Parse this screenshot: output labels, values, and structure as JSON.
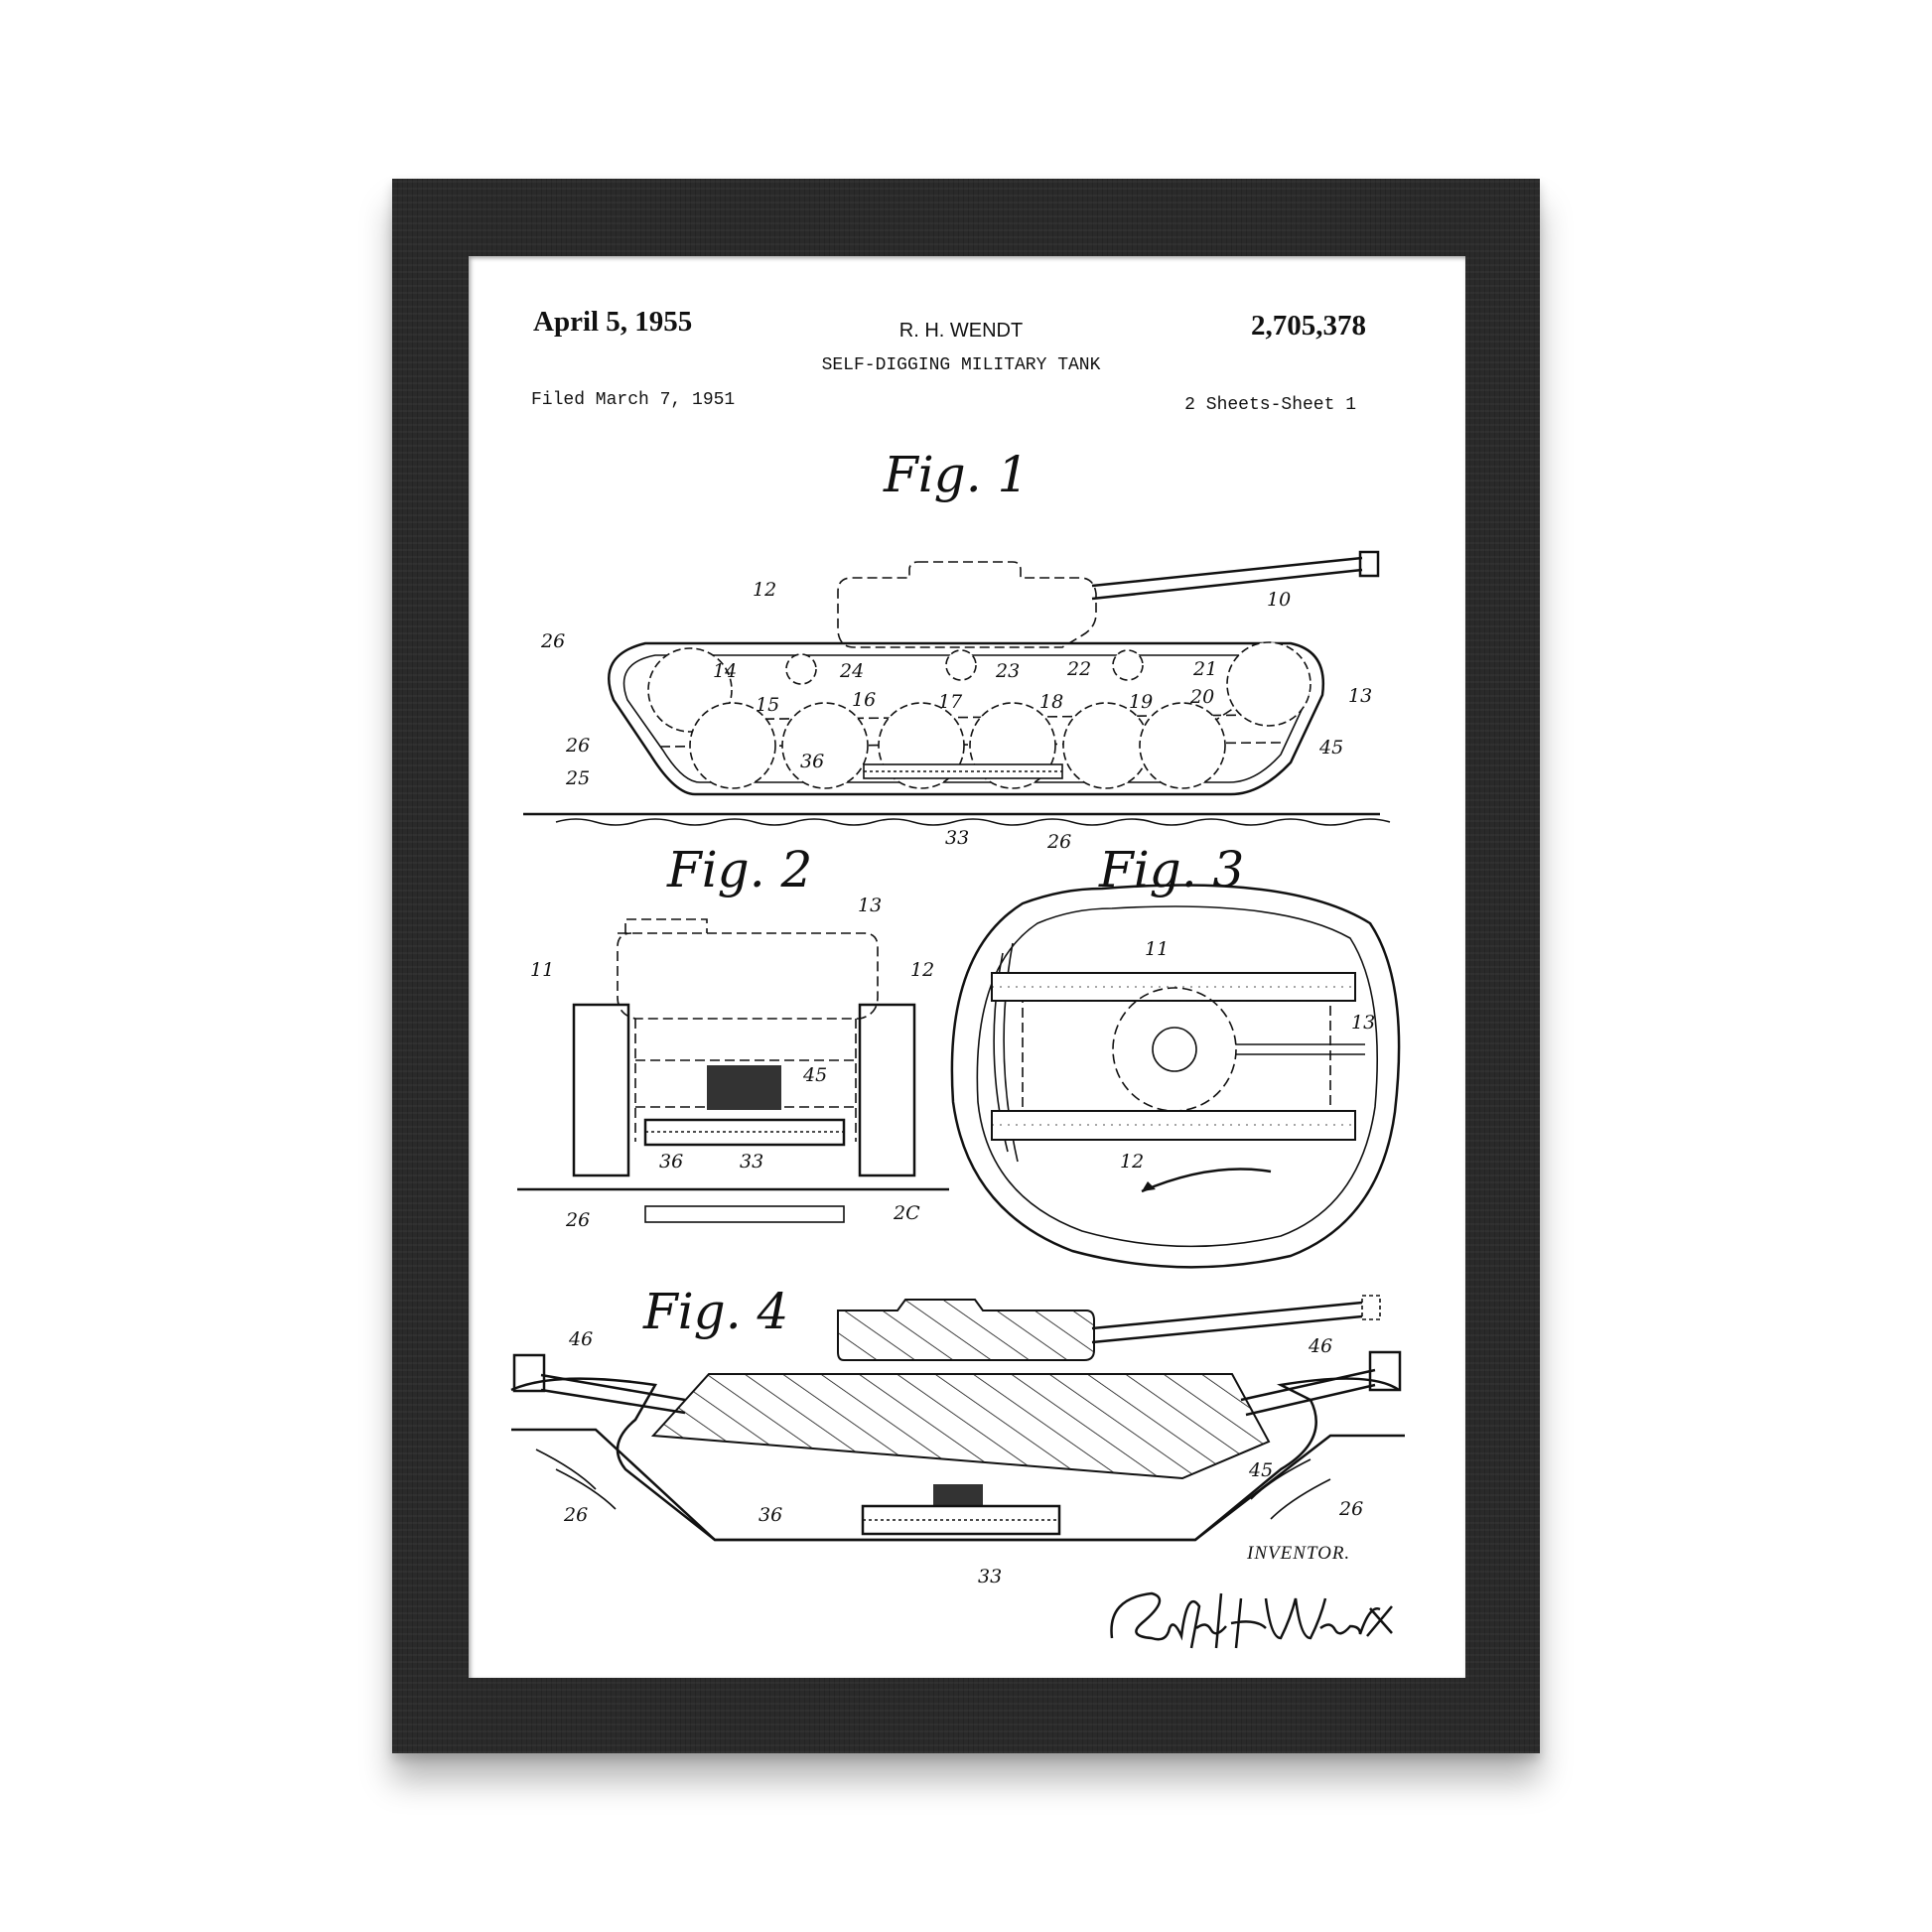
{
  "header": {
    "date": "April 5, 1955",
    "inventor_name": "R. H. WENDT",
    "patent_number": "2,705,378",
    "title": "SELF-DIGGING MILITARY TANK",
    "filed": "Filed March 7, 1951",
    "sheets": "2 Sheets-Sheet 1"
  },
  "figures": {
    "fig1": {
      "title": "Fig. 1",
      "labels": [
        "12",
        "26",
        "14",
        "24",
        "23",
        "22",
        "21",
        "10",
        "13",
        "15",
        "16",
        "17",
        "18",
        "19",
        "20",
        "26",
        "25",
        "36",
        "45",
        "33",
        "26"
      ]
    },
    "fig2": {
      "title": "Fig. 2",
      "labels": [
        "13",
        "11",
        "12",
        "45",
        "36",
        "33",
        "26",
        "2C"
      ]
    },
    "fig3": {
      "title": "Fig. 3",
      "labels": [
        "11",
        "13",
        "12"
      ]
    },
    "fig4": {
      "title": "Fig. 4",
      "labels": [
        "46",
        "46",
        "45",
        "26",
        "26",
        "36",
        "33"
      ]
    }
  },
  "footer": {
    "inventor_label": "INVENTOR.",
    "signature": "Robert H. Wendt"
  }
}
